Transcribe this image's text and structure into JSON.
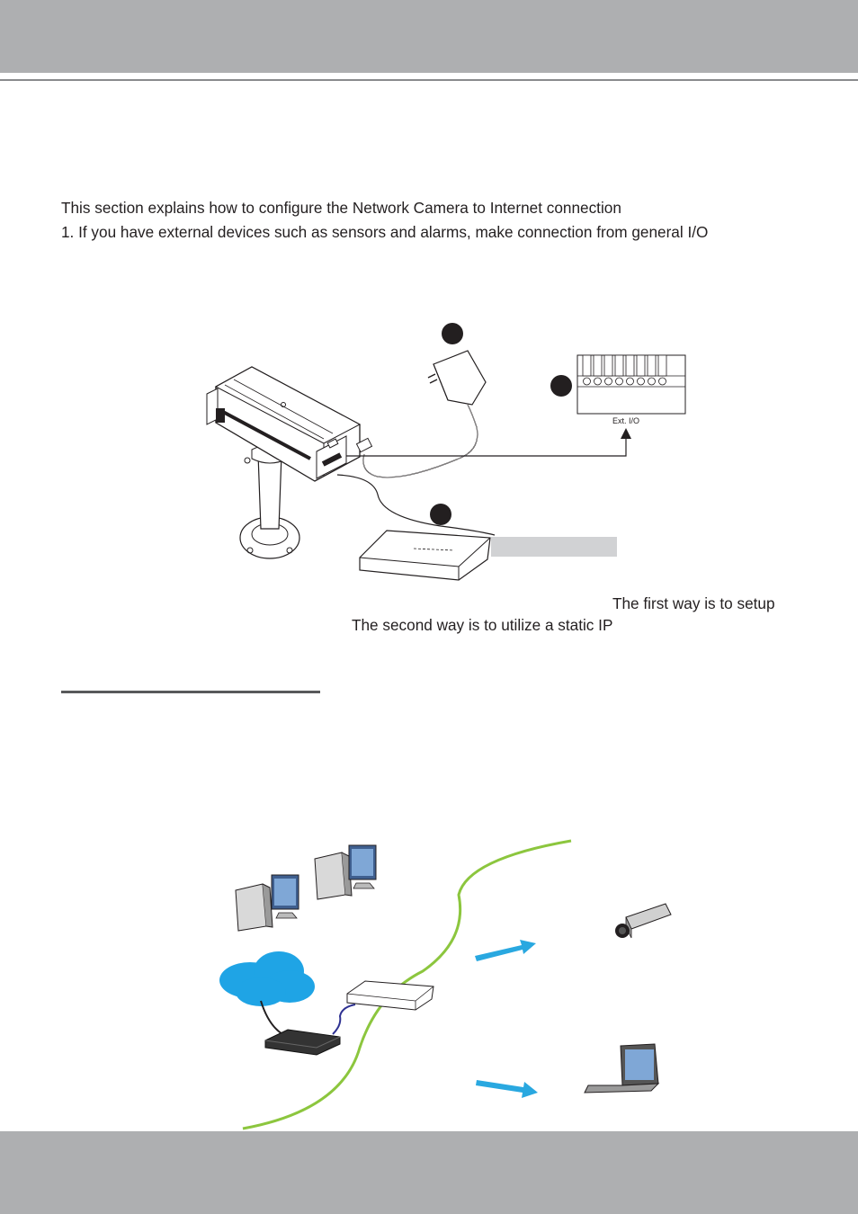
{
  "page": {
    "intro_text": "This section explains how to configure the Network Camera to Internet connection",
    "step_1_text": "1. If you have external devices such as sensors and alarms, make connection from general I/O",
    "first_way_text": "The first way is to setup",
    "second_way_text": "The second way is to utilize a static IP"
  },
  "connection_figure": {
    "io_label": "Ext. I/O",
    "terminal_pins": 8
  },
  "colors": {
    "header_band": "#aeafb1",
    "header_rule": "#8a8b8d",
    "caption_box": "#d1d2d4",
    "boundary_line": "#8cc63e",
    "arrow": "#29a8e0",
    "cloud": "#1fa4e5"
  }
}
